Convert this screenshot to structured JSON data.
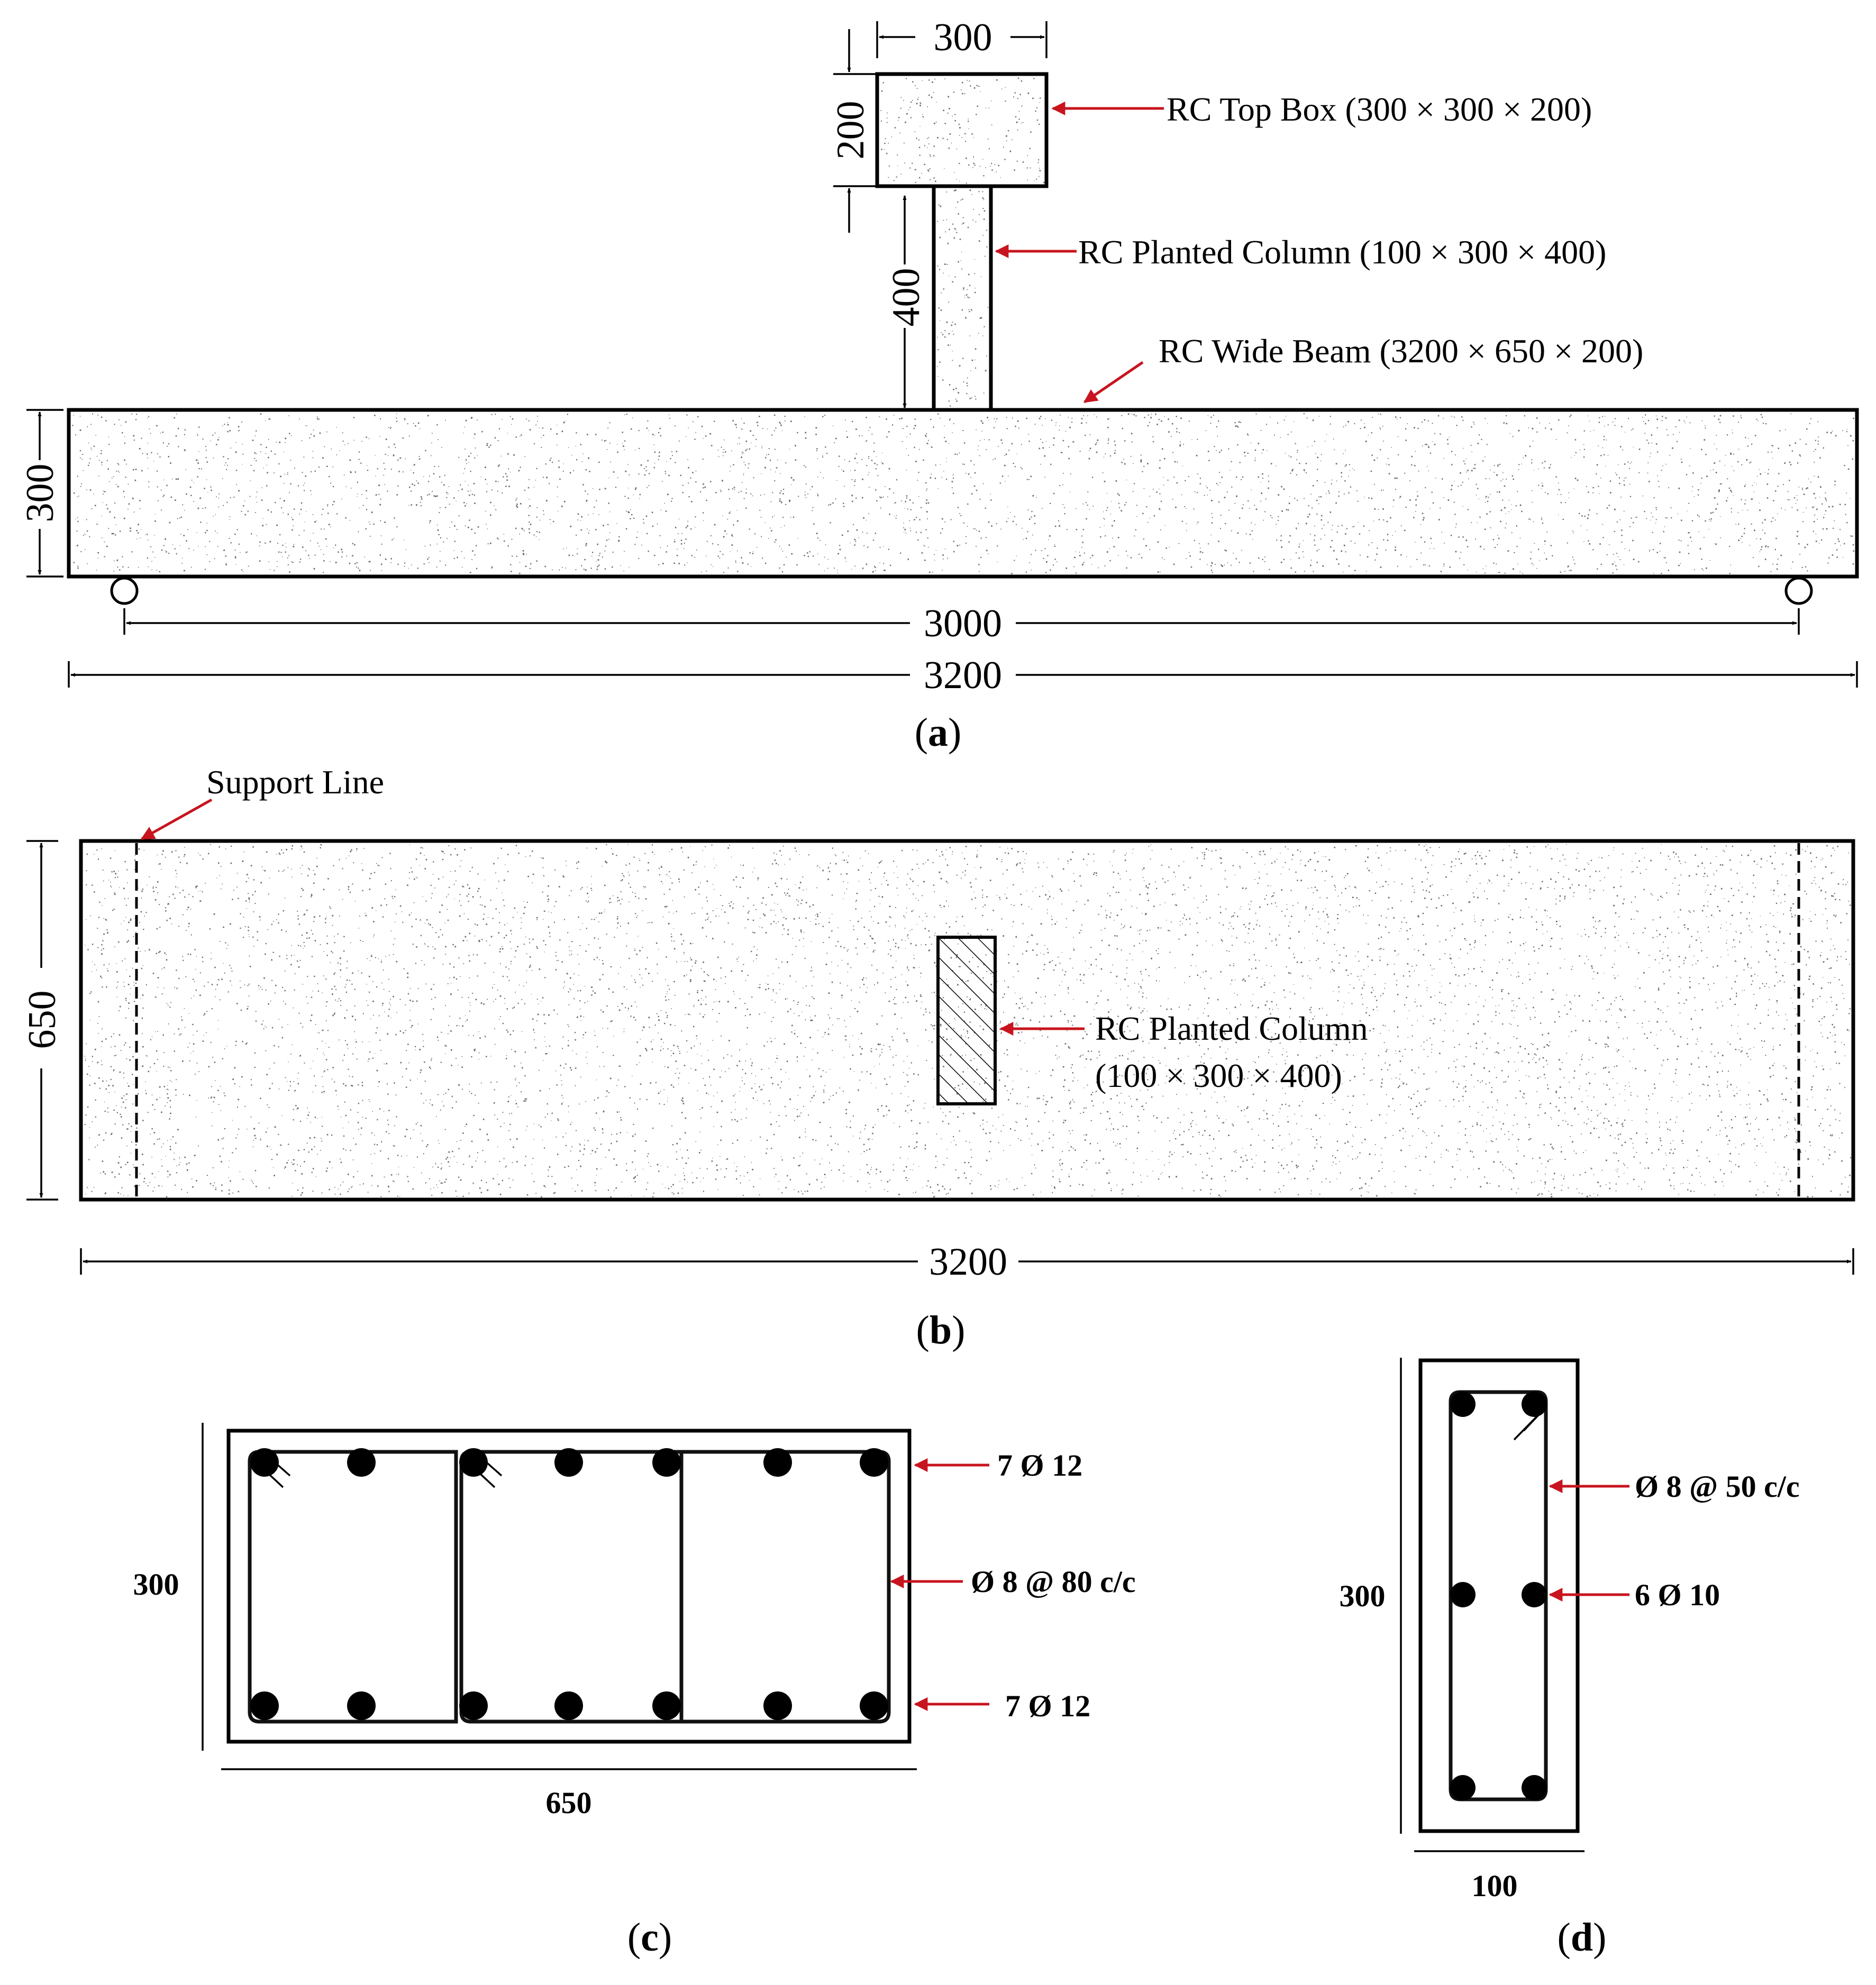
{
  "panel_a": {
    "top_box_label": "RC Top Box (300 × 300 × 200)",
    "planted_column_label": "RC Planted Column (100 × 300 × 400)",
    "wide_beam_label": "RC Wide Beam (3200 × 650 × 200)",
    "dim_box_width": "300",
    "dim_box_height": "200",
    "dim_column_height": "400",
    "dim_beam_depth": "300",
    "dim_span": "3000",
    "dim_length": "3200",
    "caption_letter": "a"
  },
  "panel_b": {
    "support_line_label": "Support Line",
    "column_label_line1": "RC Planted Column",
    "column_label_line2": "(100 × 300 × 400)",
    "dim_width": "650",
    "dim_length": "3200",
    "caption_letter": "b"
  },
  "panel_c": {
    "top_bars": "7 Ø 12",
    "stirrups": "Ø 8 @ 80 c/c",
    "bottom_bars": "7 Ø 12",
    "dim_height": "300",
    "dim_width": "650",
    "top_bar_count": 7,
    "bottom_bar_count": 7,
    "caption_letter": "c"
  },
  "panel_d": {
    "stirrups": "Ø 8 @ 50 c/c",
    "bars": "6 Ø 10",
    "dim_height": "300",
    "dim_width": "100",
    "caption_letter": "d"
  },
  "colors": {
    "leader": "#c8141e",
    "concrete_dots": "#6e6e6e",
    "line": "#000000"
  }
}
